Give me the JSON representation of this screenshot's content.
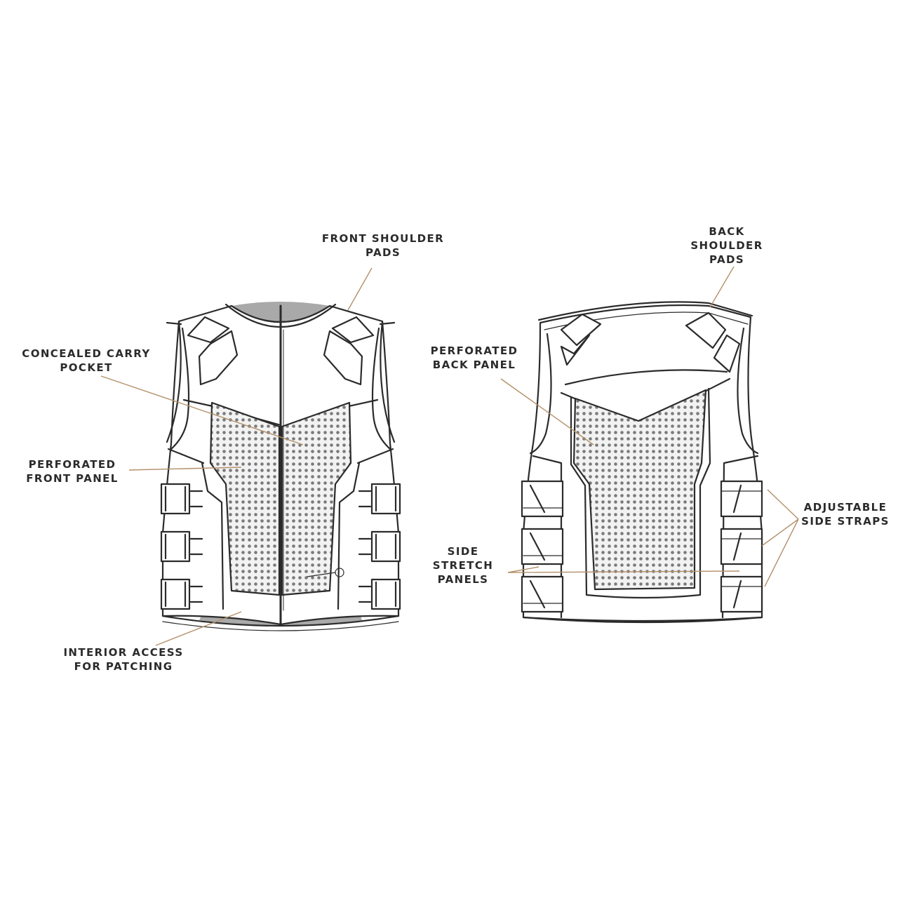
{
  "colors": {
    "line": "#2b2b2b",
    "leader": "#b3906a",
    "mesh": "#d9d9d9",
    "interior": "#a9a9a9"
  },
  "labels": {
    "front_shoulder_pads": [
      "FRONT SHOULDER",
      "PADS"
    ],
    "back_shoulder_pads": [
      "BACK",
      "SHOULDER",
      "PADS"
    ],
    "concealed_carry_pocket": [
      "CONCEALED CARRY",
      "POCKET"
    ],
    "perforated_back_panel": [
      "PERFORATED",
      "BACK PANEL"
    ],
    "perforated_front_panel": [
      "PERFORATED",
      "FRONT PANEL"
    ],
    "adjustable_side_straps": [
      "ADJUSTABLE",
      "SIDE STRAPS"
    ],
    "side_stretch_panels": [
      "SIDE",
      "STRETCH",
      "PANELS"
    ],
    "interior_access": [
      "INTERIOR ACCESS",
      "FOR PATCHING"
    ]
  }
}
